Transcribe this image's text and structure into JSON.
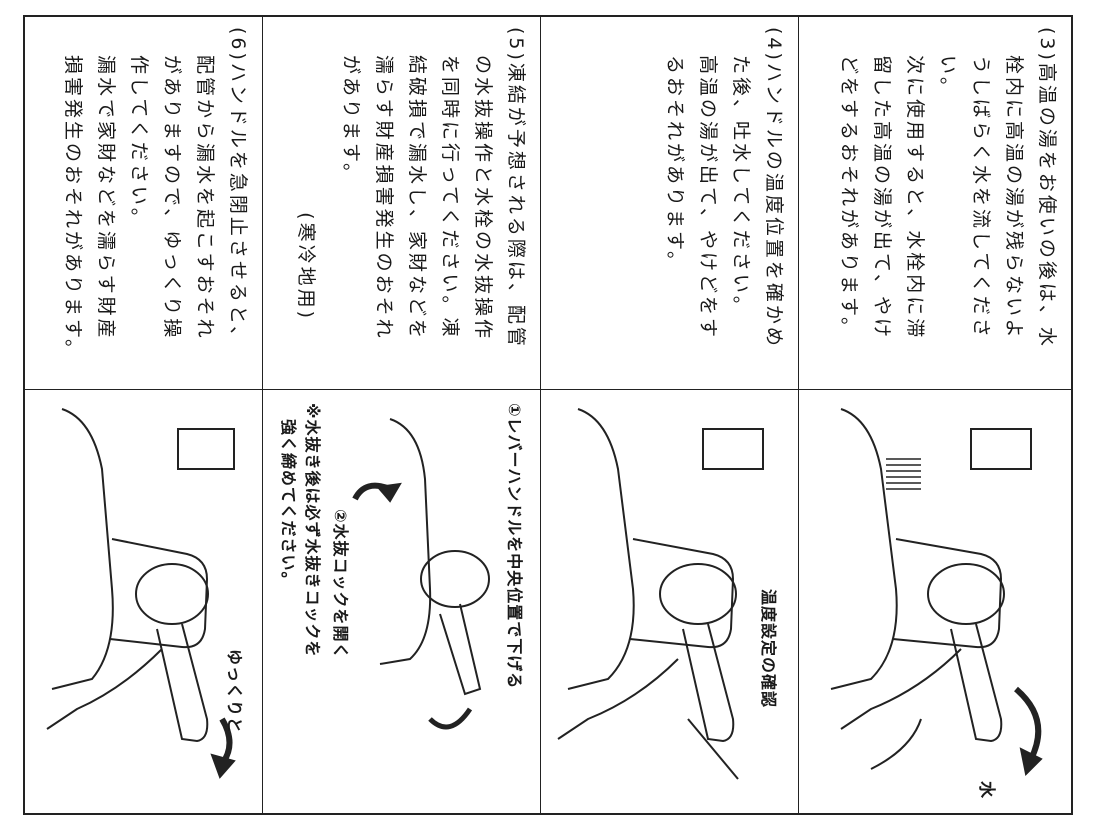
{
  "rows": [
    {
      "paragraphs": [
        "(3)高温の湯をお使いの後は、水",
        "栓内に高温の湯が残らないよ",
        "うしばらく水を流してくださ",
        "い。",
        "次に使用すると、水栓内に滞",
        "留した高温の湯が出て、やけ",
        "どをするおそれがあります。"
      ],
      "labels": [
        "水"
      ]
    },
    {
      "paragraphs": [
        "(4)ハンドルの温度位置を確かめ",
        "た後、吐水してください。",
        "高温の湯が出て、やけどをす",
        "るおそれがあります。"
      ],
      "labels": [
        "温度設定の確認"
      ]
    },
    {
      "paragraphs": [
        "(5)凍結が予想される際は、配管",
        "の水抜操作と水栓の水抜操作",
        "を同時に行ってください。凍",
        "結破損で漏水し、家財などを",
        "濡らす財産損害発生のおそれ",
        "があります。",
        "(寒冷地用)"
      ],
      "labels": [
        "①レバーハンドルを中央位置で下げる",
        "②水抜コックを開く",
        "※水抜き後は必ず水抜きコックを",
        "強く締めてください。"
      ]
    },
    {
      "paragraphs": [
        "(6)ハンドルを急閉止させると、",
        "配管から漏水を起こすおそれ",
        "がありますので、ゆっくり操",
        "作してください。",
        "漏水で家財などを濡らす財産",
        "損害発生のおそれがあります。"
      ],
      "labels": [
        "ゆっくりと"
      ]
    }
  ]
}
